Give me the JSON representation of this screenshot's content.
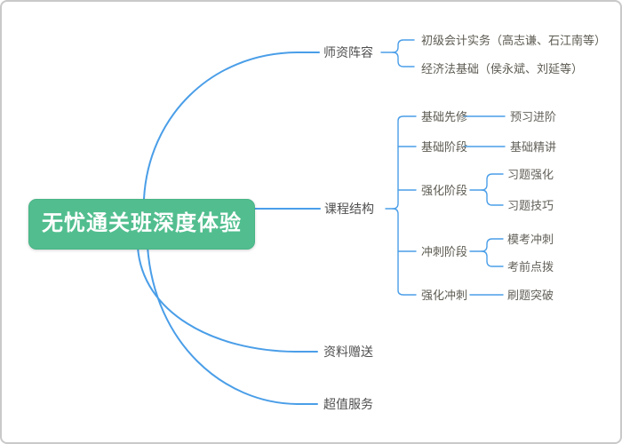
{
  "diagram_type": "mindmap",
  "colors": {
    "root_bg": "#52be8f",
    "root_text": "#ffffff",
    "connector_line": "#4a9ee8",
    "branch_text": "#4f4f4f",
    "leaf_text": "#63615a",
    "canvas_border": "#c9c9c9"
  },
  "root": {
    "label": "无忧通关班深度体验"
  },
  "branches": [
    {
      "label": "师资阵容",
      "children": [
        {
          "label": "初级会计实务（高志谦、石江南等）"
        },
        {
          "label": "经济法基础（侯永斌、刘延等）"
        }
      ]
    },
    {
      "label": "课程结构",
      "children": [
        {
          "label": "基础先修",
          "children": [
            {
              "label": "预习进阶"
            }
          ]
        },
        {
          "label": "基础阶段",
          "children": [
            {
              "label": "基础精讲"
            }
          ]
        },
        {
          "label": "强化阶段",
          "children": [
            {
              "label": "习题强化"
            },
            {
              "label": "习题技巧"
            }
          ]
        },
        {
          "label": "冲刺阶段",
          "children": [
            {
              "label": "模考冲刺"
            },
            {
              "label": "考前点拨"
            }
          ]
        },
        {
          "label": "强化冲刺",
          "children": [
            {
              "label": "刷题突破"
            }
          ]
        }
      ]
    },
    {
      "label": "资料赠送",
      "children": []
    },
    {
      "label": "超值服务",
      "children": []
    }
  ]
}
